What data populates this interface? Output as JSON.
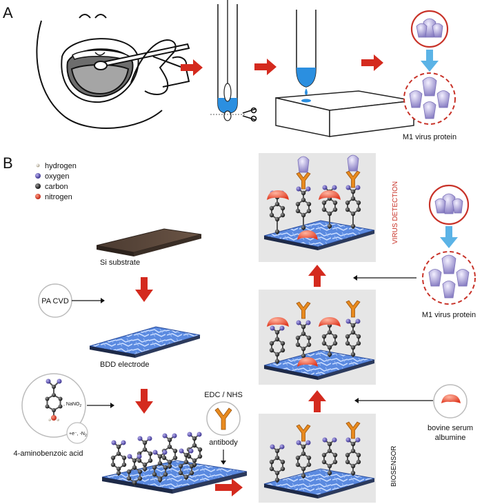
{
  "panel_a": {
    "label": "A",
    "caption": "M1 virus protein"
  },
  "panel_b": {
    "label": "B",
    "legend": [
      {
        "name": "hydrogen",
        "color": "#d8d2c0"
      },
      {
        "name": "oxygen",
        "color": "#6a60b8"
      },
      {
        "name": "carbon",
        "color": "#2a2a2a"
      },
      {
        "name": "nitrogen",
        "color": "#e04030"
      }
    ],
    "si_substrate": "Si substrate",
    "pa_cvd": "PA CVD",
    "bdd_electrode": "BDD electrode",
    "reagent_formula": ", NaNO",
    "reagent_sub": "2",
    "reduction_label": "+e⁻, -N",
    "reduction_sub": "2",
    "acid_label": "4-aminobenzoic acid",
    "edc_nhs": "EDC / NHS",
    "antibody": "antibody",
    "biosensor": "BIOSENSOR",
    "virus_detection": "VIRUS DETECTION",
    "m1_virus_protein": "M1 virus protein",
    "bsa_line1": "bovine serum",
    "bsa_line2": "albumine"
  },
  "colors": {
    "red_arrow": "#d42a1e",
    "blue_arrow": "#5bb3e6",
    "electrode_blue": "#4f7fd8",
    "antibody_orange": "#e88a1e",
    "bsa_red": "#e8503c",
    "virus_purple": "#9d94cc",
    "panel_gray": "#e6e6e6",
    "dashed_red": "#c83228"
  }
}
